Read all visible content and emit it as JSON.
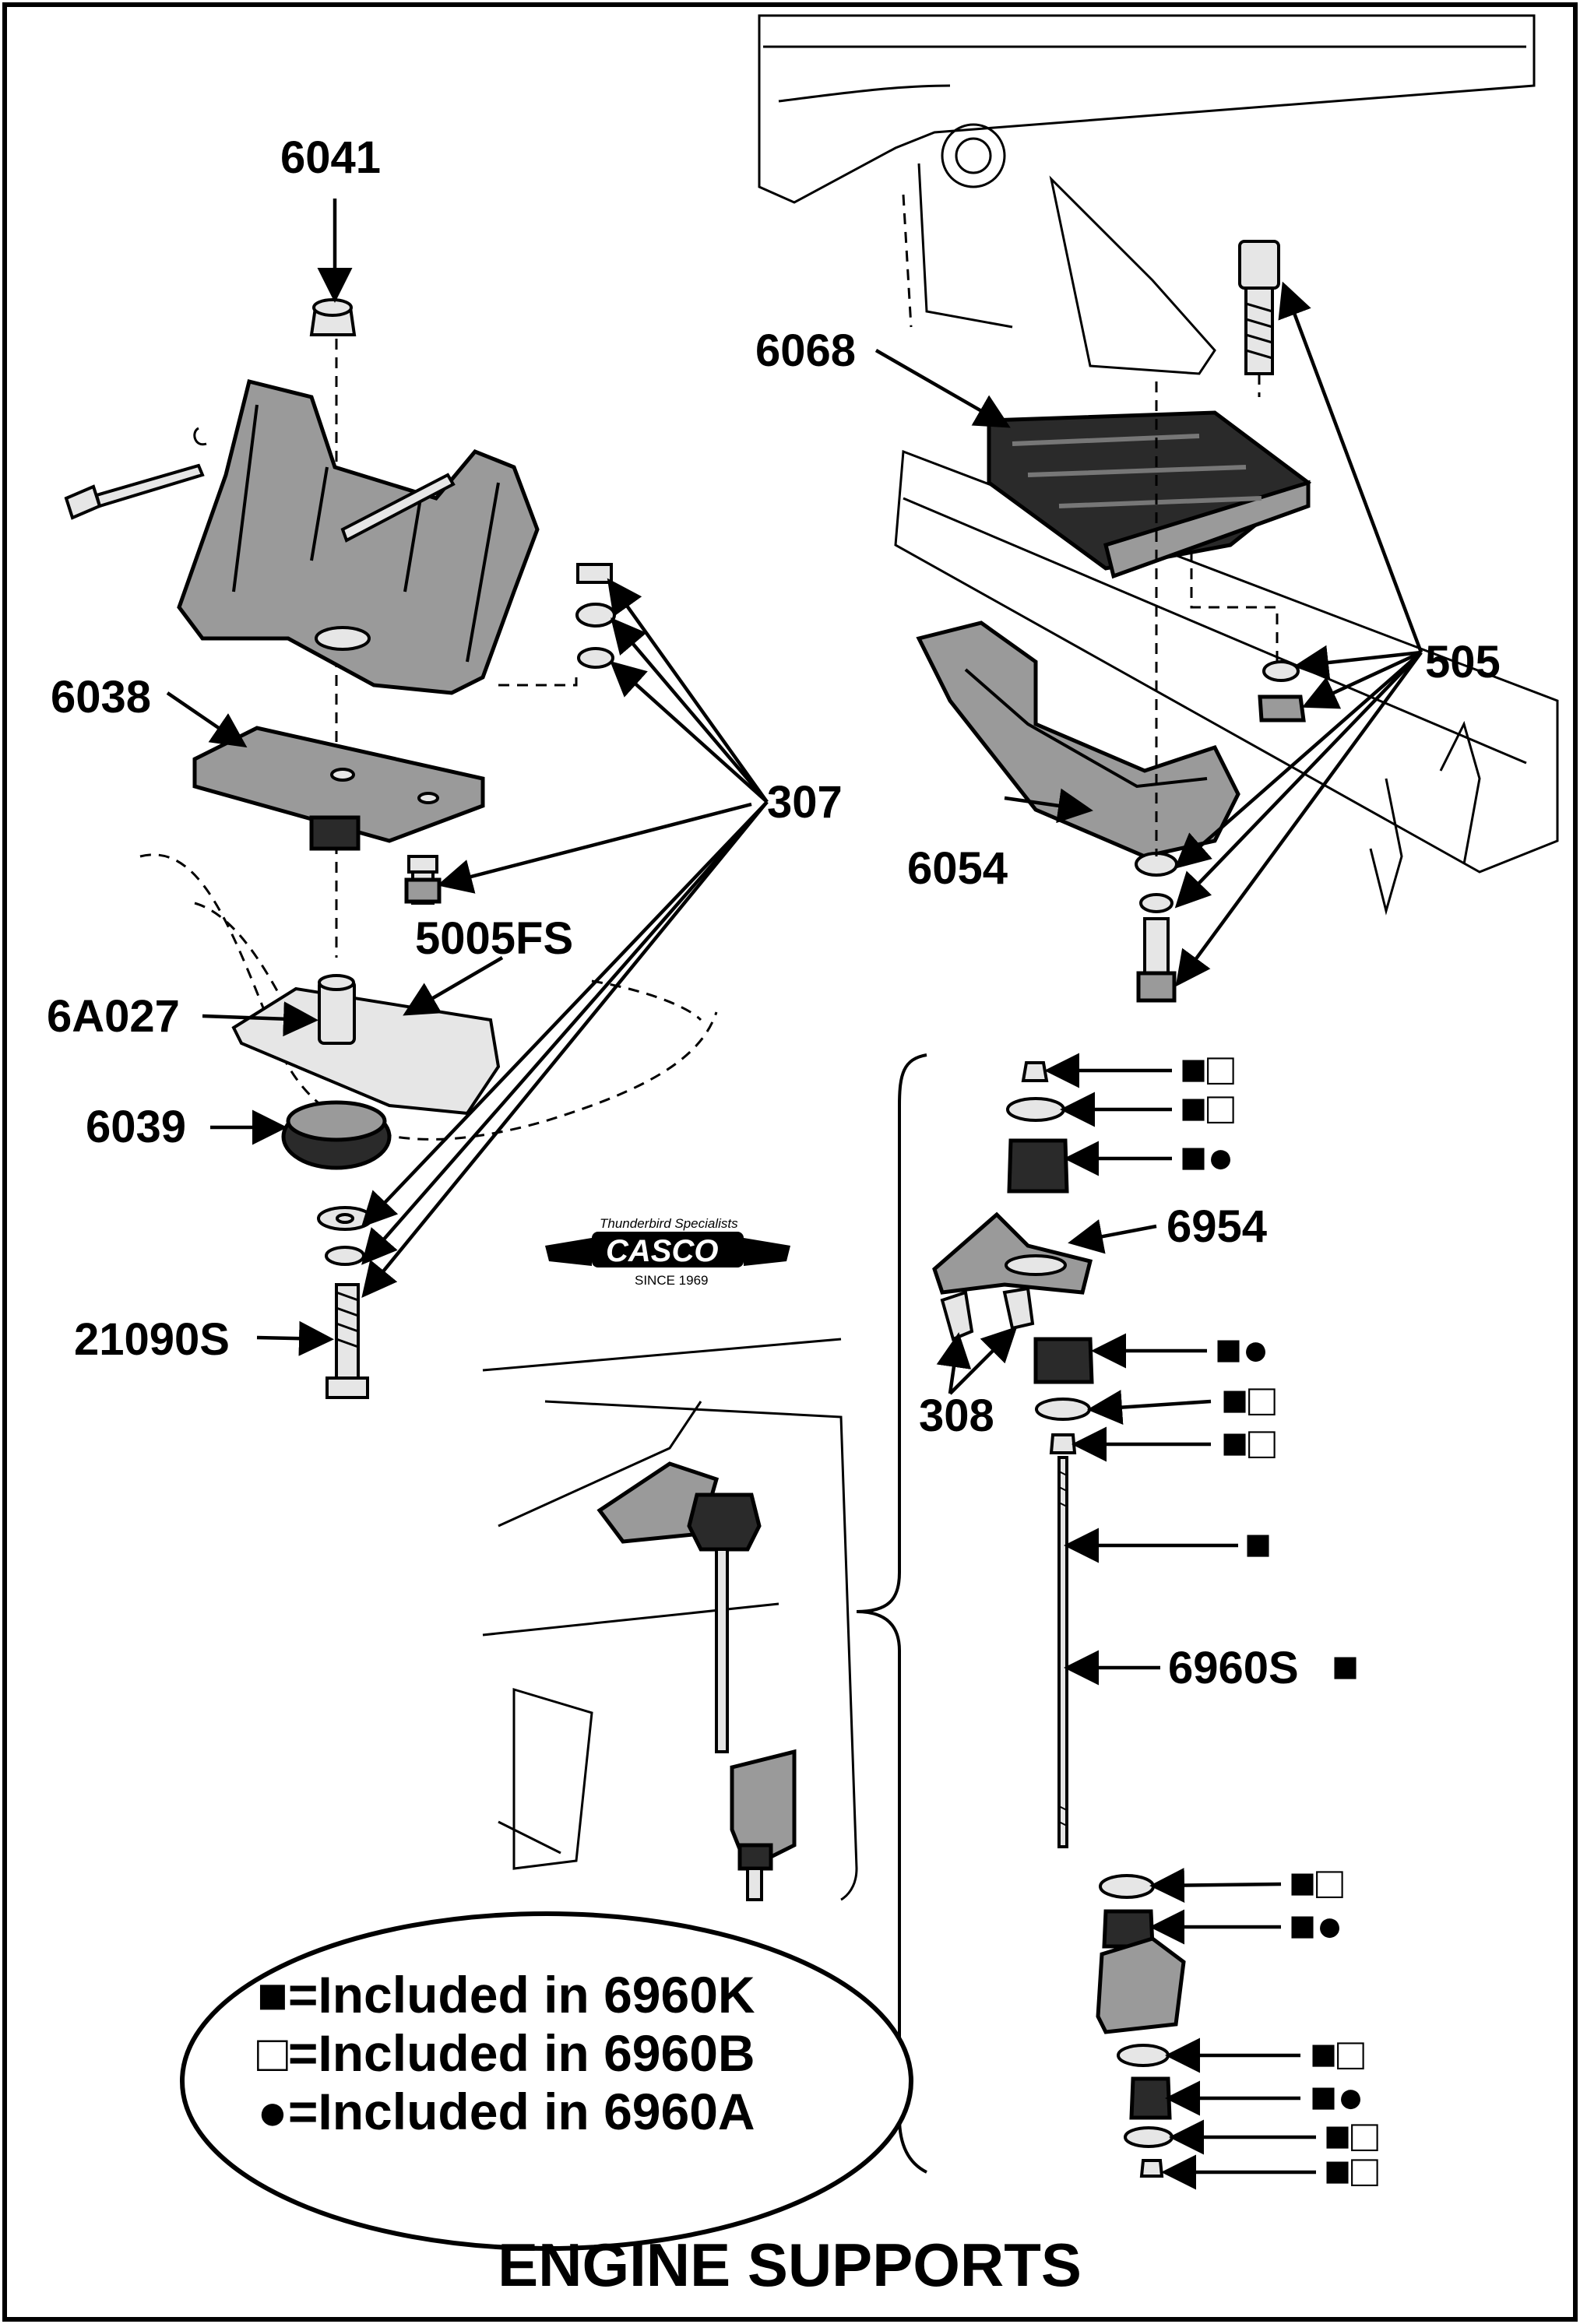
{
  "title": "ENGINE SUPPORTS",
  "logo": {
    "brand": "CASCO",
    "tagline": "Thunderbird Specialists",
    "since": "SINCE 1969"
  },
  "labels": {
    "p6041": "6041",
    "p6038": "6038",
    "p307": "307",
    "p5005FS": "5005FS",
    "p6A027": "6A027",
    "p6039": "6039",
    "p21090S": "21090S",
    "p6068": "6068",
    "p505": "505",
    "p6054": "6054",
    "p6954": "6954",
    "p308": "308",
    "p6960S": "6960S"
  },
  "kit_marks": {
    "r1": "■□",
    "r2": "■□",
    "r3": "■●",
    "r4": "■●",
    "r5": "■□",
    "r6": "■□",
    "r7": "■",
    "r8": "■",
    "r9": "■□",
    "r10": "■●",
    "r11": "■□",
    "r12": "■●",
    "r13": "■□",
    "r14": "■□"
  },
  "legend": [
    "■=Included in 6960K",
    "□=Included in 6960B",
    "●=Included in 6960A"
  ]
}
